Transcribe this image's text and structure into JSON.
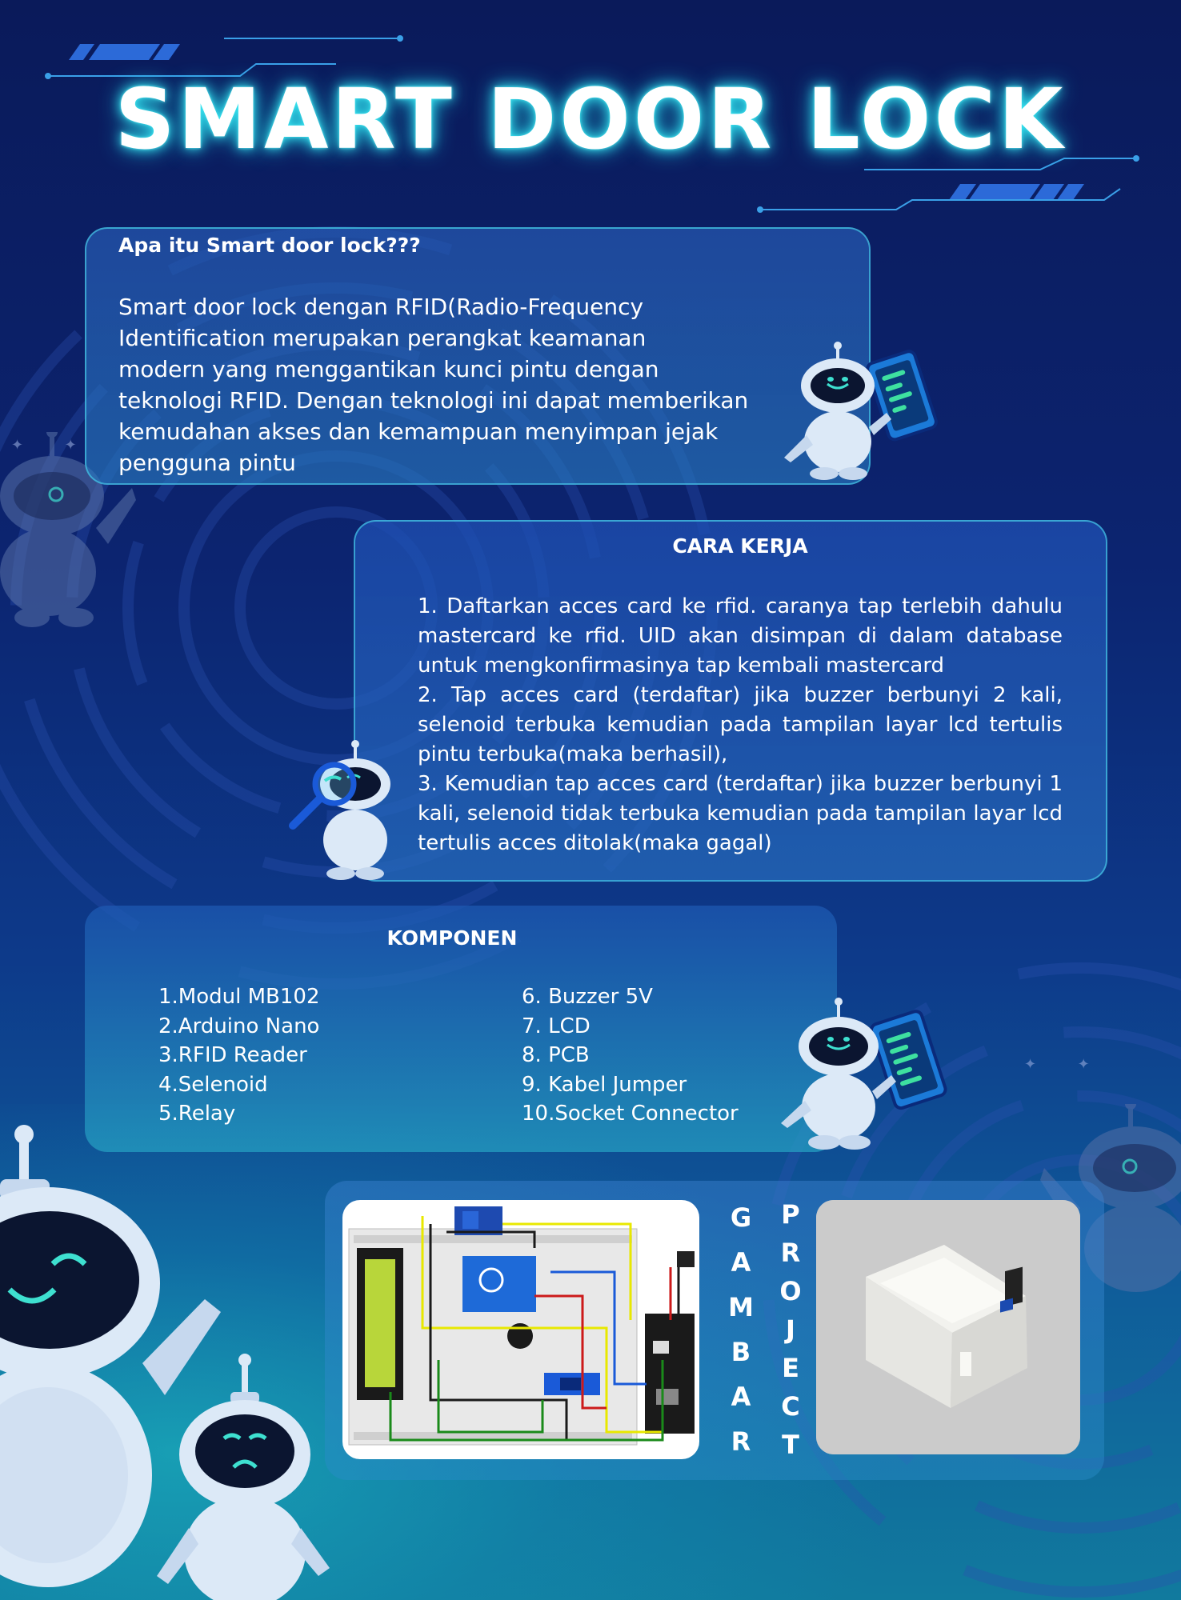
{
  "title": "SMART DOOR LOCK",
  "intro": {
    "heading": "Apa itu Smart door lock???",
    "lines": [
      "Smart door lock dengan RFID(Radio-Frequency",
      "Identification merupakan perangkat keamanan",
      "modern yang menggantikan kunci pintu dengan",
      "teknologi RFID. Dengan teknologi ini dapat memberikan",
      "kemudahan akses dan kemampuan menyimpan jejak",
      "pengguna pintu"
    ]
  },
  "cara_kerja": {
    "heading": "CARA KERJA",
    "steps": [
      "1.  Daftarkan acces card ke rfid. caranya tap terlebih dahulu mastercard ke rfid. UID akan disimpan di dalam database untuk mengkonfirmasinya tap kembali mastercard",
      "2. Tap acces card (terdaftar) jika buzzer berbunyi 2 kali, selenoid terbuka kemudian pada tampilan layar lcd tertulis pintu terbuka(maka berhasil),",
      "3. Kemudian tap acces card (terdaftar) jika buzzer berbunyi 1 kali, selenoid tidak terbuka kemudian pada tampilan layar lcd tertulis acces ditolak(maka gagal)"
    ]
  },
  "komponen": {
    "heading": "KOMPONEN",
    "left": [
      "1.Modul MB102",
      "2.Arduino Nano",
      "3.RFID Reader",
      "4.Selenoid",
      "5.Relay"
    ],
    "right": [
      "6. Buzzer 5V",
      "7. LCD",
      "8. PCB",
      "9. Kabel Jumper",
      "10.Socket Connector"
    ]
  },
  "gambar_project": {
    "word1": [
      "G",
      "A",
      "M",
      "B",
      "A",
      "R"
    ],
    "word2": [
      "P",
      "R",
      "O",
      "J",
      "E",
      "C",
      "T"
    ]
  },
  "colors": {
    "title_glow": "#38e8f2",
    "card_border": "#46c8e6",
    "robot_body": "#dce9f7",
    "robot_face": "#0b1530",
    "robot_eyes": "#3ee0d0"
  }
}
